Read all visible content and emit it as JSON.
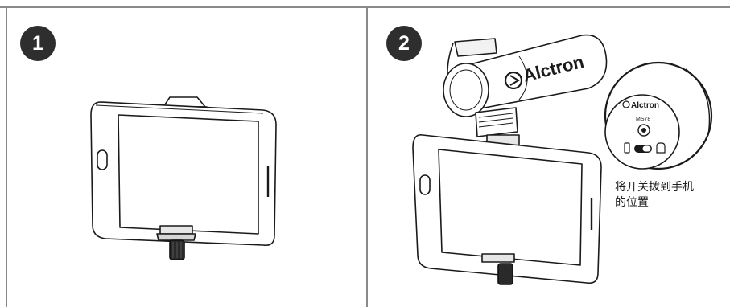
{
  "steps": [
    {
      "number": "1"
    },
    {
      "number": "2"
    }
  ],
  "brand": {
    "logo_text": "Alctron",
    "model_text": "MS78"
  },
  "caption": {
    "line1": "将开关拨到手机",
    "line2": "的位置"
  },
  "colors": {
    "badge": "#2e2e2e",
    "divider": "#8a8a8a",
    "outline": "#1a1a1a"
  }
}
